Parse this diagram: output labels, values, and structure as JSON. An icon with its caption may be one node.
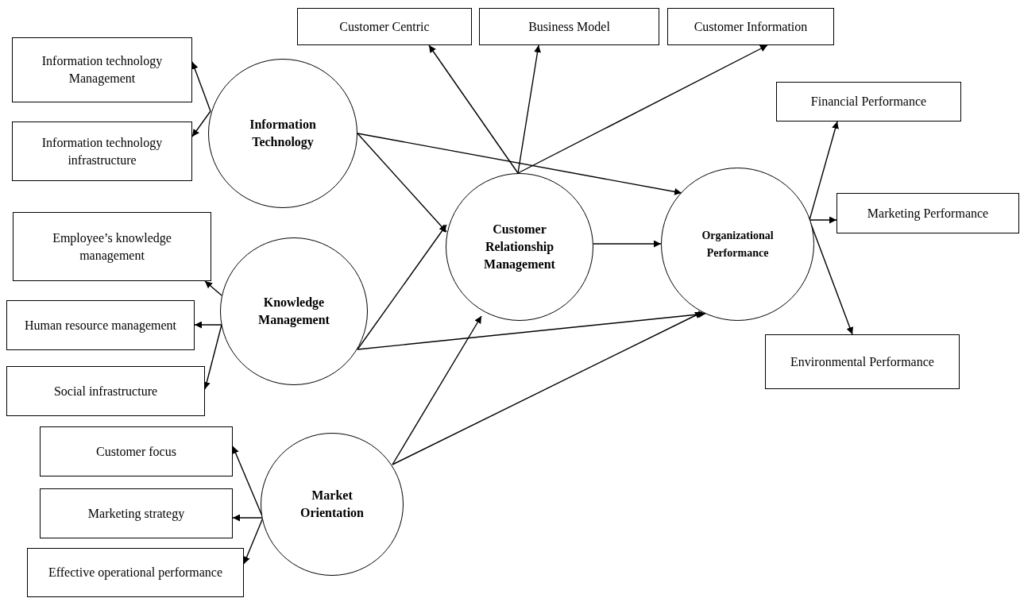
{
  "diagram": {
    "nodes": [
      {
        "text": [
          "Information technology Management"
        ]
      },
      {
        "text": [
          "Information technology infrastructure"
        ]
      },
      {
        "text": [
          "Information Technology"
        ]
      },
      {
        "text": [
          "Employee’s knowledge management"
        ]
      },
      {
        "text": [
          "Human resource management"
        ]
      },
      {
        "text": [
          "Social infrastructure"
        ]
      },
      {
        "text": [
          "Knowledge Management"
        ]
      },
      {
        "text": [
          "Customer focus"
        ]
      },
      {
        "text": [
          "Marketing strategy"
        ]
      },
      {
        "text": [
          "Effective operational performance"
        ]
      },
      {
        "text": [
          "Market Orientation"
        ]
      },
      {
        "text": [
          "Customer Centric"
        ]
      },
      {
        "text": [
          "Business Model"
        ]
      },
      {
        "text": [
          "Customer Information"
        ]
      },
      {
        "text": [
          "Customer Relationship Management"
        ]
      },
      {
        "text": [
          "Organizational Performance"
        ]
      },
      {
        "text": [
          "Financial Performance"
        ]
      },
      {
        "text": [
          "Marketing Performance"
        ]
      },
      {
        "text": [
          "Environmental Performance"
        ]
      }
    ],
    "edges": [
      {
        "from": 2,
        "to": 0,
        "arrow": "to"
      },
      {
        "from": 2,
        "to": 1,
        "arrow": "to"
      },
      {
        "from": 2,
        "to": 14,
        "arrow": "to"
      },
      {
        "from": 2,
        "to": 15,
        "arrow": "to"
      },
      {
        "from": 6,
        "to": 3,
        "arrow": "to"
      },
      {
        "from": 6,
        "to": 4,
        "arrow": "to"
      },
      {
        "from": 6,
        "to": 5,
        "arrow": "to"
      },
      {
        "from": 6,
        "to": 14,
        "arrow": "to"
      },
      {
        "from": 6,
        "to": 15,
        "arrow": "to"
      },
      {
        "from": 10,
        "to": 7,
        "arrow": "to"
      },
      {
        "from": 10,
        "to": 8,
        "arrow": "to"
      },
      {
        "from": 10,
        "to": 9,
        "arrow": "to"
      },
      {
        "from": 10,
        "to": 14,
        "arrow": "to"
      },
      {
        "from": 10,
        "to": 15,
        "arrow": "to"
      },
      {
        "from": 14,
        "to": 11,
        "arrow": "to"
      },
      {
        "from": 14,
        "to": 12,
        "arrow": "to"
      },
      {
        "from": 14,
        "to": 13,
        "arrow": "to"
      },
      {
        "from": 14,
        "to": 15,
        "arrow": "to"
      },
      {
        "from": 15,
        "to": 16,
        "arrow": "to"
      },
      {
        "from": 15,
        "to": 17,
        "arrow": "to"
      },
      {
        "from": 15,
        "to": 18,
        "arrow": "to"
      }
    ]
  }
}
